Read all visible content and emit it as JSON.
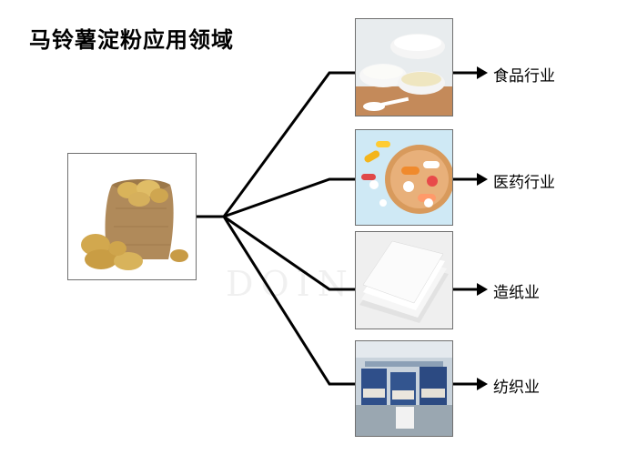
{
  "title": "马铃薯淀粉应用领域",
  "watermark": "DOING",
  "source": {
    "image": "potato-sack-image"
  },
  "branches": [
    {
      "label": "食品行业",
      "image": "food-starch-image"
    },
    {
      "label": "医药行业",
      "image": "medicine-pills-image"
    },
    {
      "label": "造纸业",
      "image": "paper-stack-image"
    },
    {
      "label": "纺织业",
      "image": "textile-factory-image"
    }
  ]
}
